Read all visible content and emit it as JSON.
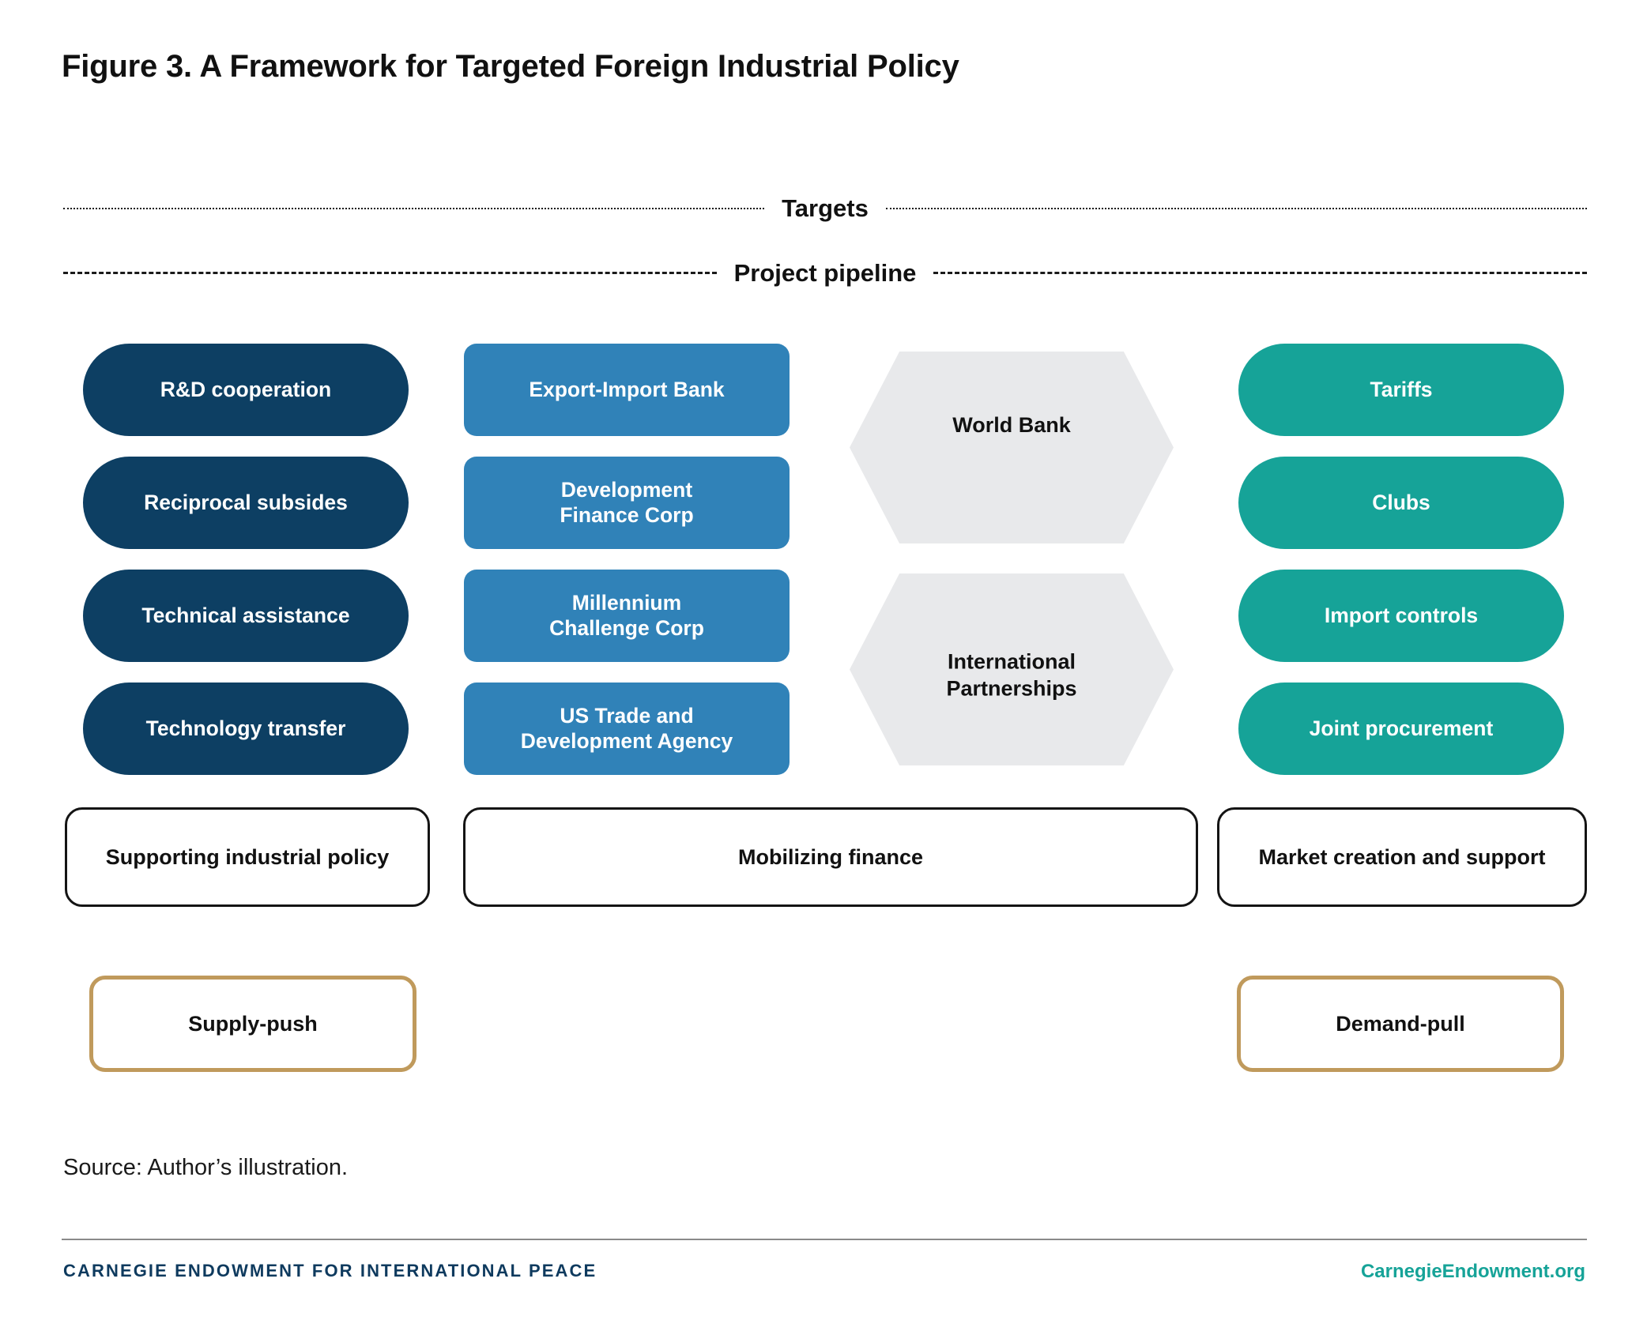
{
  "figure": {
    "title": "Figure 3. A Framework for Targeted Foreign Industrial Policy",
    "source_note": "Source: Author’s illustration."
  },
  "dividers": {
    "targets": "Targets",
    "project_pipeline": "Project pipeline"
  },
  "columns": {
    "supporting": {
      "category_label": "Supporting industrial policy",
      "color": "#0d3f63",
      "items": [
        "R&D cooperation",
        "Reciprocal subsides",
        "Technical assistance",
        "Technology transfer"
      ]
    },
    "finance": {
      "category_label": "Mobilizing finance",
      "color": "#3082b8",
      "items": [
        "Export-Import Bank",
        "Development\nFinance Corp",
        "Millennium\nChallenge Corp",
        "US Trade and\nDevelopment Agency"
      ]
    },
    "multilateral": {
      "color": "#e8e9eb",
      "items": [
        "World Bank",
        "International\nPartnerships"
      ]
    },
    "market": {
      "category_label": "Market creation and support",
      "color": "#16a398",
      "items": [
        "Tariffs",
        "Clubs",
        "Import controls",
        "Joint procurement"
      ]
    }
  },
  "push_pull": {
    "supply_push": "Supply-push",
    "demand_pull": "Demand-pull",
    "border_color": "#c09a5c"
  },
  "footer": {
    "organization": "CARNEGIE ENDOWMENT FOR INTERNATIONAL PEACE",
    "website": "CarnegieEndowment.org",
    "organization_color": "#0e3a5e",
    "website_color": "#16a398"
  }
}
